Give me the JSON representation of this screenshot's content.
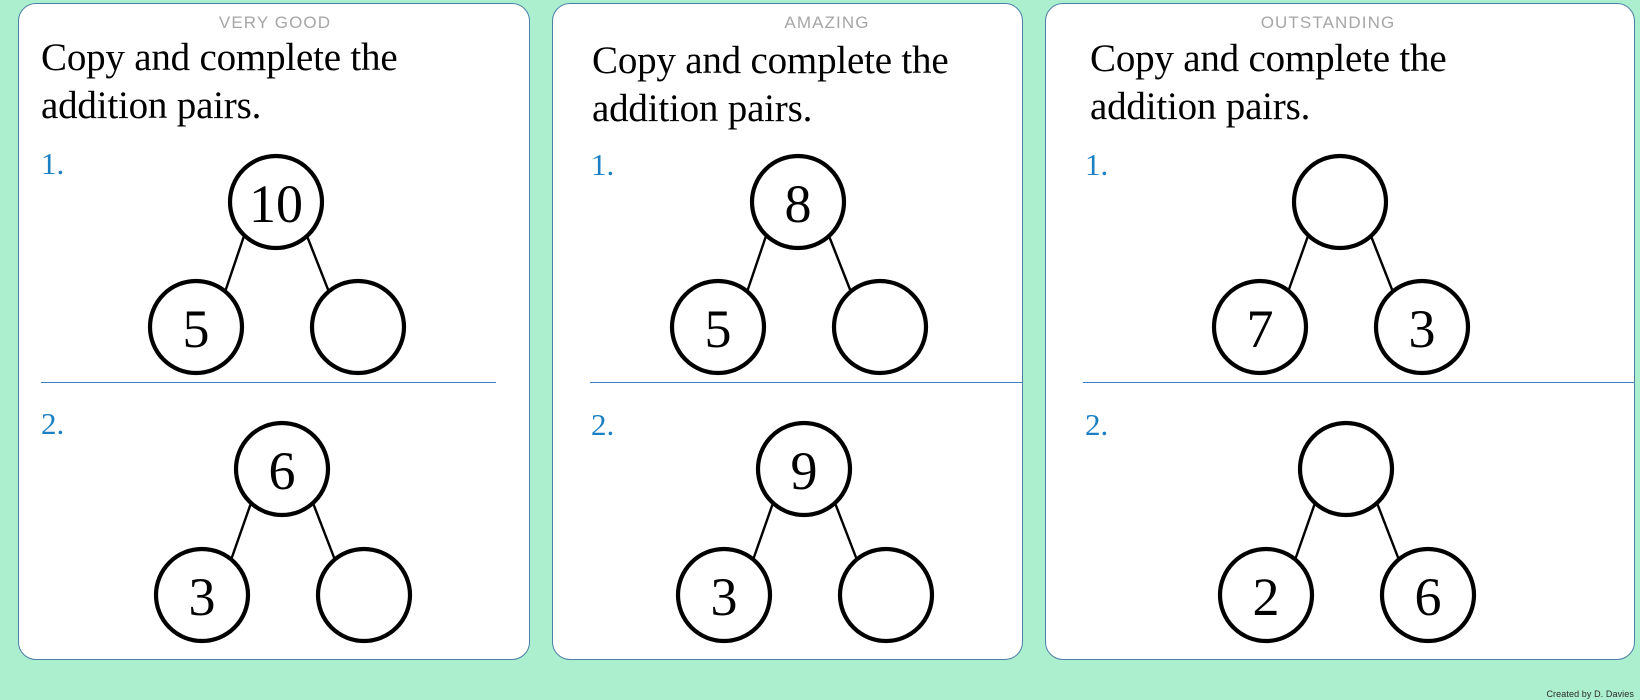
{
  "page": {
    "background_color": "#ABEFCE",
    "credit": "Created by D. Davies"
  },
  "cards": [
    {
      "award_label": "VERY GOOD",
      "title": "Copy and complete the addition pairs.",
      "questions": [
        {
          "number": "1.",
          "whole": "10",
          "part_left": "5",
          "part_right": ""
        },
        {
          "number": "2.",
          "whole": "6",
          "part_left": "3",
          "part_right": ""
        }
      ]
    },
    {
      "award_label": "AMAZING",
      "title": "Copy and complete the addition pairs.",
      "questions": [
        {
          "number": "1.",
          "whole": "8",
          "part_left": "5",
          "part_right": ""
        },
        {
          "number": "2.",
          "whole": "9",
          "part_left": "3",
          "part_right": ""
        }
      ]
    },
    {
      "award_label": "OUTSTANDING",
      "title": "Copy and complete the addition pairs.",
      "questions": [
        {
          "number": "1.",
          "whole": "",
          "part_left": "7",
          "part_right": "3"
        },
        {
          "number": "2.",
          "whole": "",
          "part_left": "2",
          "part_right": "6"
        }
      ]
    }
  ],
  "colors": {
    "background": "#ABEFCE",
    "card_border": "#4C7FA8",
    "award_text": "#A6A6A6",
    "question_number": "#1B7FC4",
    "divider": "#3C7FBF",
    "node_stroke": "#000000"
  }
}
